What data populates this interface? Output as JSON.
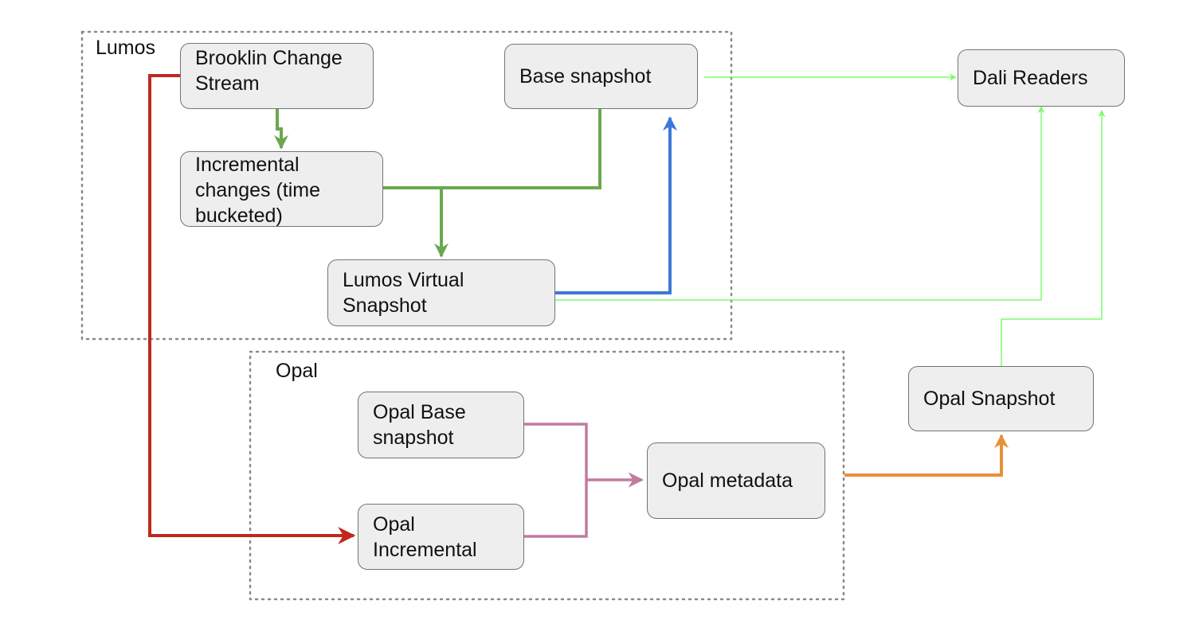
{
  "groups": {
    "lumos": {
      "label": "Lumos"
    },
    "opal": {
      "label": "Opal"
    }
  },
  "nodes": {
    "brooklin": {
      "label": "Brooklin Change\nStream"
    },
    "base_snapshot": {
      "label": "Base snapshot"
    },
    "dali_readers": {
      "label": "Dali Readers"
    },
    "incremental": {
      "label": "Incremental\nchanges (time\nbucketed)"
    },
    "lumos_virtual": {
      "label": "Lumos Virtual\nSnapshot"
    },
    "opal_base": {
      "label": "Opal Base\nsnapshot"
    },
    "opal_incremental": {
      "label": "Opal\nIncremental"
    },
    "opal_metadata": {
      "label": "Opal metadata"
    },
    "opal_snapshot": {
      "label": "Opal Snapshot"
    }
  },
  "colors": {
    "node_fill": "#eeeeee",
    "node_border": "#737373",
    "group_border": "#8a8a8a",
    "green": "#6aa84f",
    "light_green": "#7cfc6a",
    "blue": "#3c78d8",
    "red": "#c0281f",
    "purple": "#c27ba0",
    "orange": "#e69138"
  }
}
